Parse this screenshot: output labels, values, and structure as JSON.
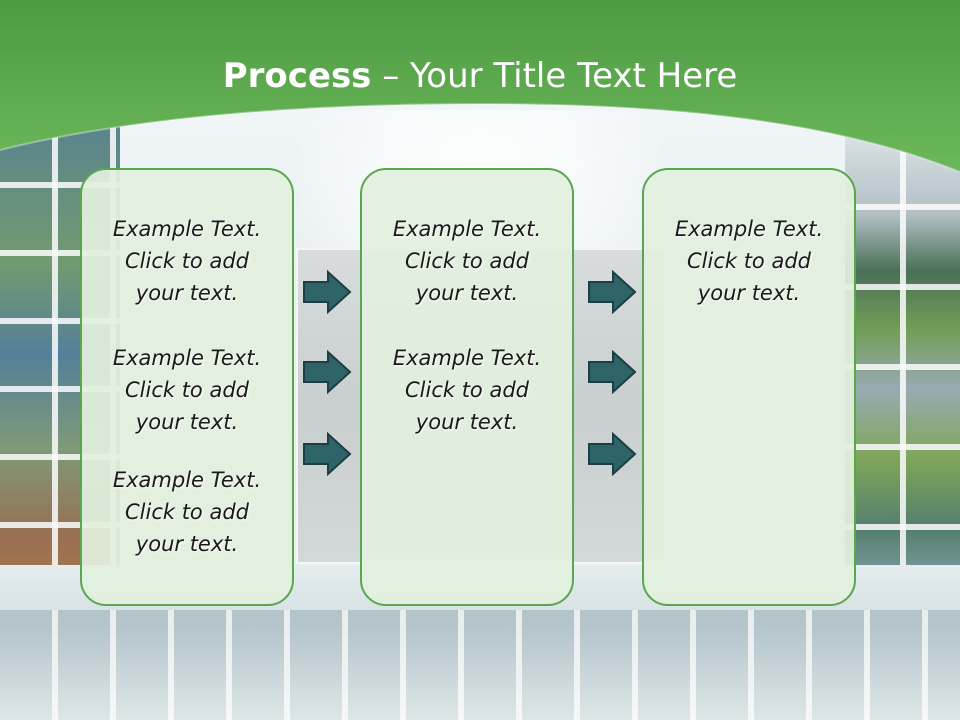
{
  "slide": {
    "title_bold": "Process",
    "title_rest": " – Your Title Text Here",
    "colors": {
      "header_green": "#5aa84c",
      "box_fill": "#e2f0de",
      "box_border": "#5aa64e",
      "arrow_fill": "#2e6468",
      "text": "#1a1a1a"
    },
    "columns": [
      {
        "items": [
          {
            "line1": "Example Text.",
            "line2": "Click  to add",
            "line3": "your text."
          },
          {
            "line1": "Example Text.",
            "line2": "Click  to add",
            "line3": "your text."
          },
          {
            "line1": "Example Text.",
            "line2": "Click  to add",
            "line3": "your text."
          }
        ]
      },
      {
        "items": [
          {
            "line1": "Example Text.",
            "line2": "Click  to add",
            "line3": "your text."
          },
          {
            "line1": "Example Text.",
            "line2": "Click  to add",
            "line3": "your text."
          }
        ]
      },
      {
        "items": [
          {
            "line1": "Example Text.",
            "line2": "Click  to add",
            "line3": "your text."
          }
        ]
      }
    ],
    "arrow_icon": "right-arrow-icon"
  }
}
